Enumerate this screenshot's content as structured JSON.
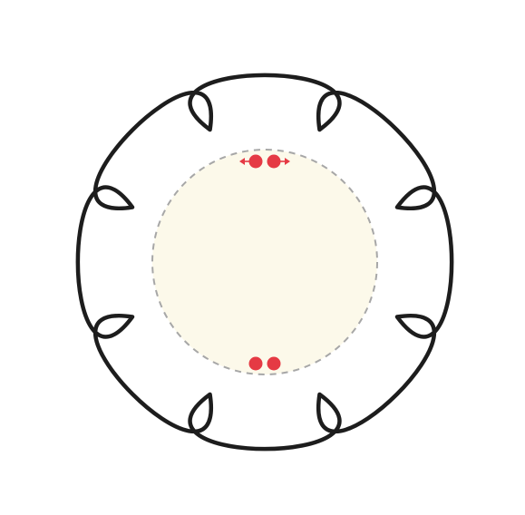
{
  "diagram": {
    "petal_count": 8,
    "petal_outline_color": "#1d1d1d",
    "center_fill_color": "#fcf9ea",
    "center_dash_color": "#a7a7a7",
    "handle_color": "#e53a44",
    "top_handles": {
      "count": 2,
      "arrows": [
        "left",
        "right"
      ]
    },
    "bottom_handles": {
      "count": 2,
      "arrows": []
    }
  }
}
